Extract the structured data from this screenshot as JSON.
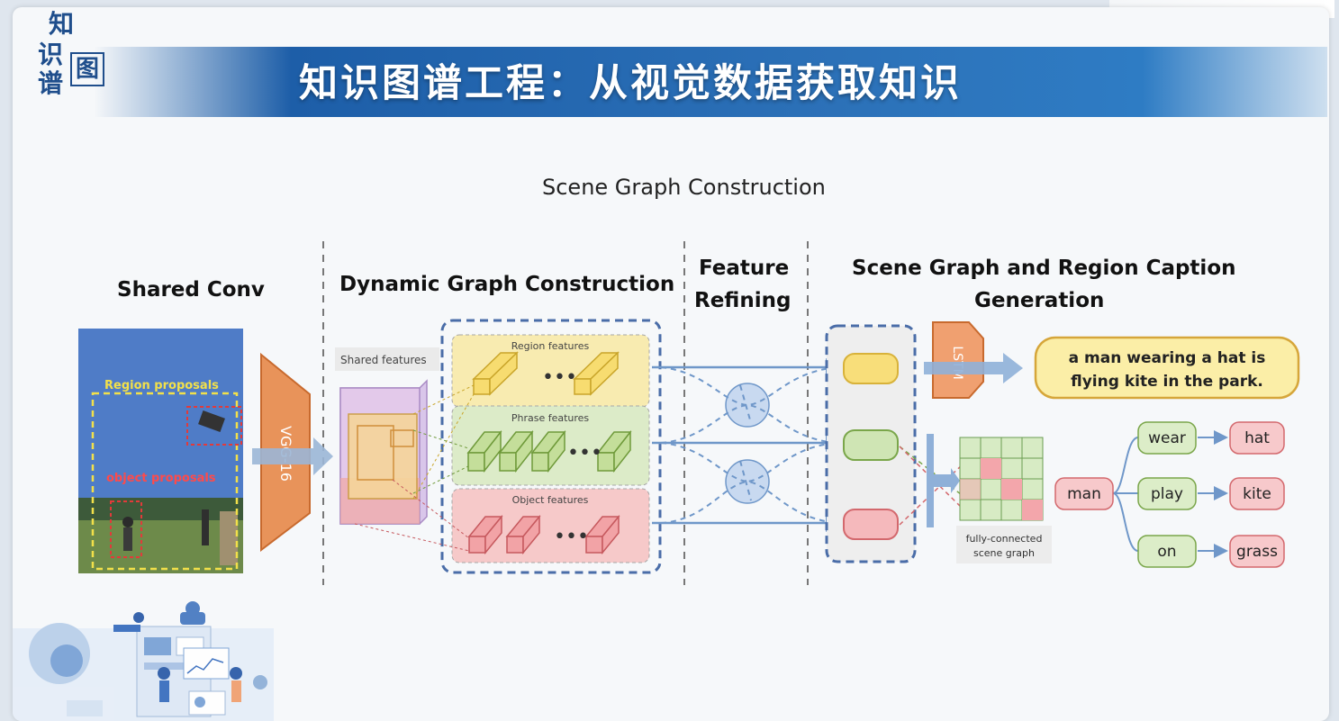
{
  "logo": {
    "chars": [
      "知",
      "识",
      "谱",
      "图"
    ]
  },
  "banner": {
    "title": "知识图谱工程：从视觉数据获取知识"
  },
  "diagram": {
    "title": "Scene Graph Construction",
    "sections": {
      "shared_conv": "Shared Conv",
      "dynamic_graph": "Dynamic Graph Construction",
      "feature_refining_1": "Feature",
      "feature_refining_2": "Refining",
      "scene_graph_1": "Scene Graph and Region Caption",
      "scene_graph_2": "Generation"
    },
    "image_labels": {
      "region_proposals": "Region proposals",
      "object_proposals": "object proposals"
    },
    "vgg": "VGG-16",
    "shared_features": "Shared features",
    "feature_boxes": {
      "region": "Region features",
      "phrase": "Phrase features",
      "object": "Object features"
    },
    "lstm": "LSTM",
    "caption_1": "a man wearing a hat is",
    "caption_2": "flying kite in the park.",
    "fc_graph_1": "fully-connected",
    "fc_graph_2": "scene graph",
    "scene_graph": {
      "subject": "man",
      "relations": [
        "wear",
        "play",
        "on"
      ],
      "objects": [
        "hat",
        "kite",
        "grass"
      ]
    },
    "colors": {
      "region": "#f7e08a",
      "phrase": "#b8d98f",
      "object": "#f0a3a8",
      "arrow": "#6f97c9",
      "vgg": "#e08a4c"
    }
  }
}
